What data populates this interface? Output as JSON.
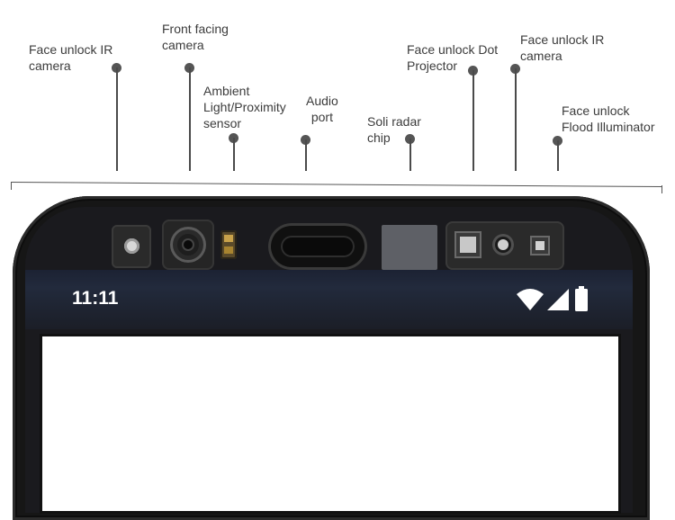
{
  "labels": {
    "ir_left": [
      "Face unlock IR",
      "camera"
    ],
    "front_camera": [
      "Front facing",
      "camera"
    ],
    "ambient": [
      "Ambient",
      "Light/Proximity",
      "sensor"
    ],
    "audio": [
      "Audio",
      "port"
    ],
    "soli": [
      "Soli radar",
      "chip"
    ],
    "dot_projector": [
      "Face unlock Dot",
      "Projector"
    ],
    "ir_right": [
      "Face unlock IR",
      "camera"
    ],
    "flood": [
      "Face unlock",
      "Flood Illuminator"
    ]
  },
  "status": {
    "time": "11:11"
  },
  "icons": {
    "wifi": "wifi-icon",
    "cell": "cell-signal-icon",
    "battery": "battery-icon"
  },
  "colors": {
    "bezel": "#161616",
    "status_bar": "#222a3c",
    "screen": "#ffffff",
    "leader": "#4a4a4a"
  }
}
